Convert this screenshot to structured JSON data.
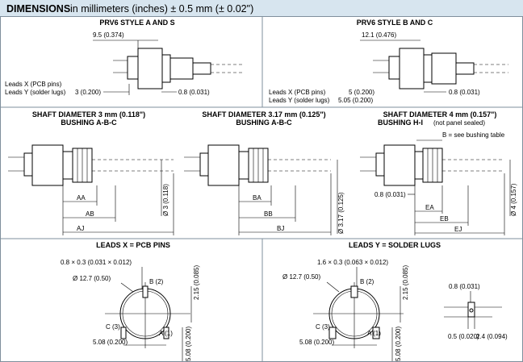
{
  "header": {
    "title": "DIMENSIONS",
    "subtitle": "in millimeters (inches) ± 0.5 mm (± 0.02\")"
  },
  "style_as": {
    "title": "PRV6 STYLE A AND S",
    "dim_top": "9.5 (0.374)",
    "leads_x": "Leads X (PCB pins)",
    "leads_y": "Leads Y (solder lugs)",
    "val_y": "3 (0.200)",
    "dim_right": "0.8 (0.031)"
  },
  "style_bc": {
    "title": "PRV6 STYLE B AND C",
    "dim_top": "12.1 (0.476)",
    "leads_x": "Leads X (PCB pins)",
    "leads_y": "Leads Y (solder lugs)",
    "val_x": "5 (0.200)",
    "val_y": "5.05 (0.200)",
    "dim_right": "0.8 (0.031)"
  },
  "shaft1": {
    "title_1": "SHAFT DIAMETER 3 mm (0.118\")",
    "title_2": "BUSHING A-B-C",
    "dia": "Ø 3 (0.118)",
    "d1": "AA",
    "d2": "AB",
    "d3": "AJ"
  },
  "shaft2": {
    "title_1": "SHAFT DIAMETER 3.17 mm (0.125\")",
    "title_2": "BUSHING A-B-C",
    "dia": "Ø 3.17 (0.125)",
    "d1": "BA",
    "d2": "BB",
    "d3": "BJ"
  },
  "shaft3": {
    "title_1": "SHAFT DIAMETER 4 mm (0.157\")",
    "title_2": "BUSHING H-I",
    "title_note": "(not panel sealed)",
    "bushing_note": "B = see bushing table",
    "dim_left": "0.8 (0.031)",
    "dia": "Ø 4 (0.157)",
    "d1": "EA",
    "d2": "EB",
    "d3": "EJ"
  },
  "leads_x": {
    "title": "LEADS X = PCB PINS",
    "pins": "0.8 × 0.3 (0.031 × 0.012)",
    "dia": "Ø 12.7 (0.50)",
    "b": "B (2)",
    "c": "C (3)",
    "a": "A (1)",
    "dim_v1": "2.15 (0.085)",
    "dim_h": "5.08 (0.200)",
    "dim_v2": "5.08 (0.200)"
  },
  "leads_y": {
    "title": "LEADS Y = SOLDER LUGS",
    "lugs": "1.6 × 0.3 (0.063 × 0.012)",
    "dia": "Ø 12.7 (0.50)",
    "b": "B (2)",
    "c": "C (3)",
    "a": "A (1)",
    "dim_v1": "2.15 (0.085)",
    "dim_h": "5.08 (0.200)",
    "dim_v2": "5.08 (0.200)",
    "detail_top": "0.8 (0.031)",
    "detail_l": "0.5 (0.020)",
    "detail_r": "2.4 (0.094)"
  }
}
